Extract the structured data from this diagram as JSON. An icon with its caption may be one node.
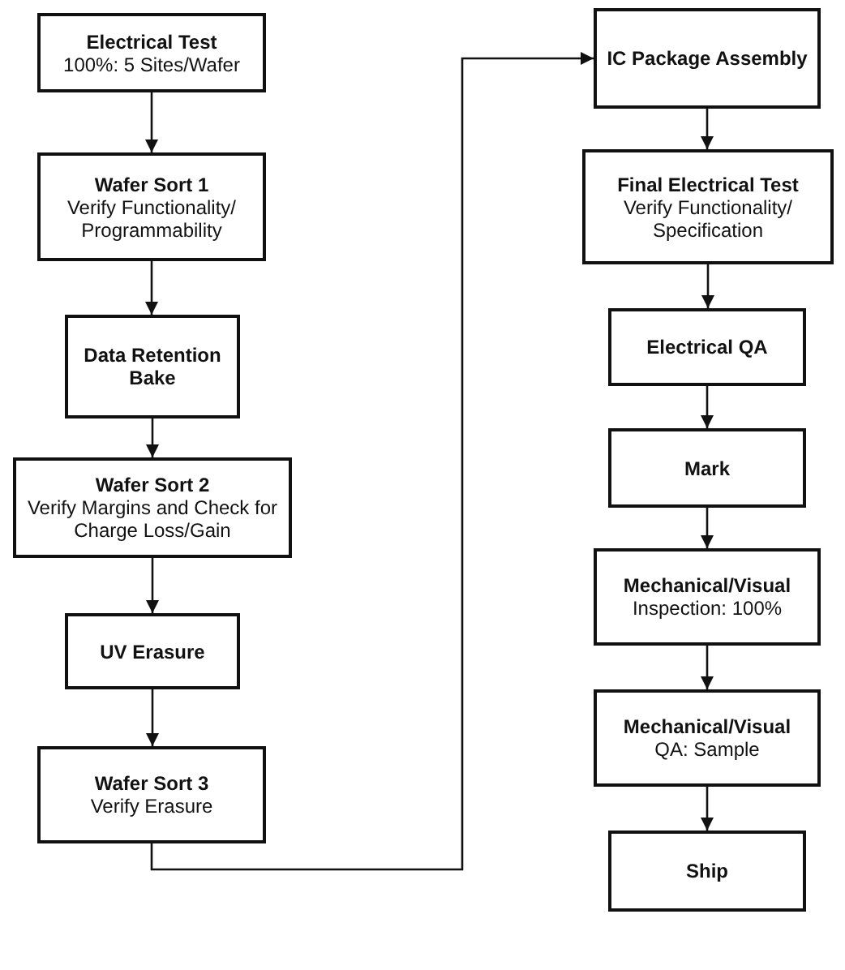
{
  "diagram": {
    "nodes": [
      {
        "text": [
          "Electrical Test",
          "100%: 5 Sites/Wafer"
        ]
      },
      {
        "text": [
          "Wafer Sort 1",
          "Verify Functionality/ Programmability"
        ]
      },
      {
        "text": [
          "Data Retention Bake"
        ]
      },
      {
        "text": [
          "Wafer Sort 2",
          "Verify Margins and Check for Charge Loss/Gain"
        ]
      },
      {
        "text": [
          "UV Erasure"
        ]
      },
      {
        "text": [
          "Wafer Sort 3",
          "Verify Erasure"
        ]
      },
      {
        "text": [
          "IC Package Assembly"
        ]
      },
      {
        "text": [
          "Final Electrical Test",
          "Verify Functionality/ Specification"
        ]
      },
      {
        "text": [
          "Electrical QA"
        ]
      },
      {
        "text": [
          "Mark"
        ]
      },
      {
        "text": [
          "Mechanical/Visual",
          "Inspection: 100%"
        ]
      },
      {
        "text": [
          "Mechanical/Visual",
          "QA: Sample"
        ]
      },
      {
        "text": [
          "Ship"
        ]
      }
    ],
    "edges": [
      {
        "from": 0,
        "to": 1,
        "arrow": "to"
      },
      {
        "from": 1,
        "to": 2,
        "arrow": "to"
      },
      {
        "from": 2,
        "to": 3,
        "arrow": "to"
      },
      {
        "from": 3,
        "to": 4,
        "arrow": "to"
      },
      {
        "from": 4,
        "to": 5,
        "arrow": "to"
      },
      {
        "from": 5,
        "to": 6,
        "arrow": "to"
      },
      {
        "from": 6,
        "to": 7,
        "arrow": "to"
      },
      {
        "from": 7,
        "to": 8,
        "arrow": "to"
      },
      {
        "from": 8,
        "to": 9,
        "arrow": "to"
      },
      {
        "from": 9,
        "to": 10,
        "arrow": "to"
      },
      {
        "from": 10,
        "to": 11,
        "arrow": "to"
      },
      {
        "from": 11,
        "to": 12,
        "arrow": "to"
      }
    ]
  }
}
